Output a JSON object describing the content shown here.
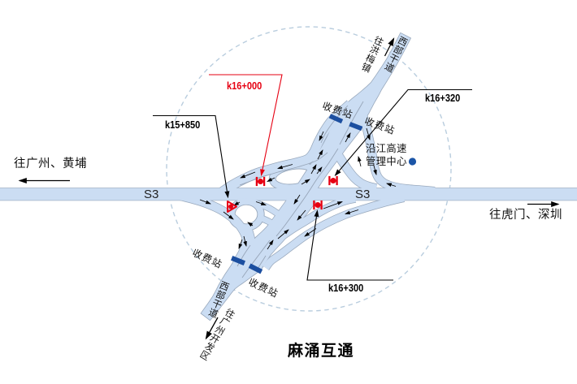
{
  "diagram": {
    "title": "麻涌互通",
    "type": "highway interchange schematic",
    "highway_label_left": "S3",
    "highway_label_right": "S3",
    "dest_west": "往广州、黄埔",
    "dest_east": "往虎门、深圳",
    "dest_north": "往洪梅镇",
    "dest_south": "往广州开发区",
    "arterial_name_upper": "西部干道",
    "arterial_name_lower": "西部干道",
    "toll_label_1": "收费站",
    "toll_label_2": "收费站",
    "toll_label_3": "收费站",
    "toll_label_4": "收费站",
    "facility_line1": "沿江高速",
    "facility_line2": "管理中心",
    "km_15_850": "k15+850",
    "km_16_000": "k16+000",
    "km_16_320": "k16+320",
    "km_16_300": "k16+300",
    "colors": {
      "road_fill": "#cbddf3",
      "road_casing": "#98a8bc",
      "boundary_dash": "#b9cdde",
      "toll_bar": "#1c4fa0",
      "facility_dot": "#1b55a7",
      "marker_red": "#e60012",
      "text": "#111111"
    }
  }
}
